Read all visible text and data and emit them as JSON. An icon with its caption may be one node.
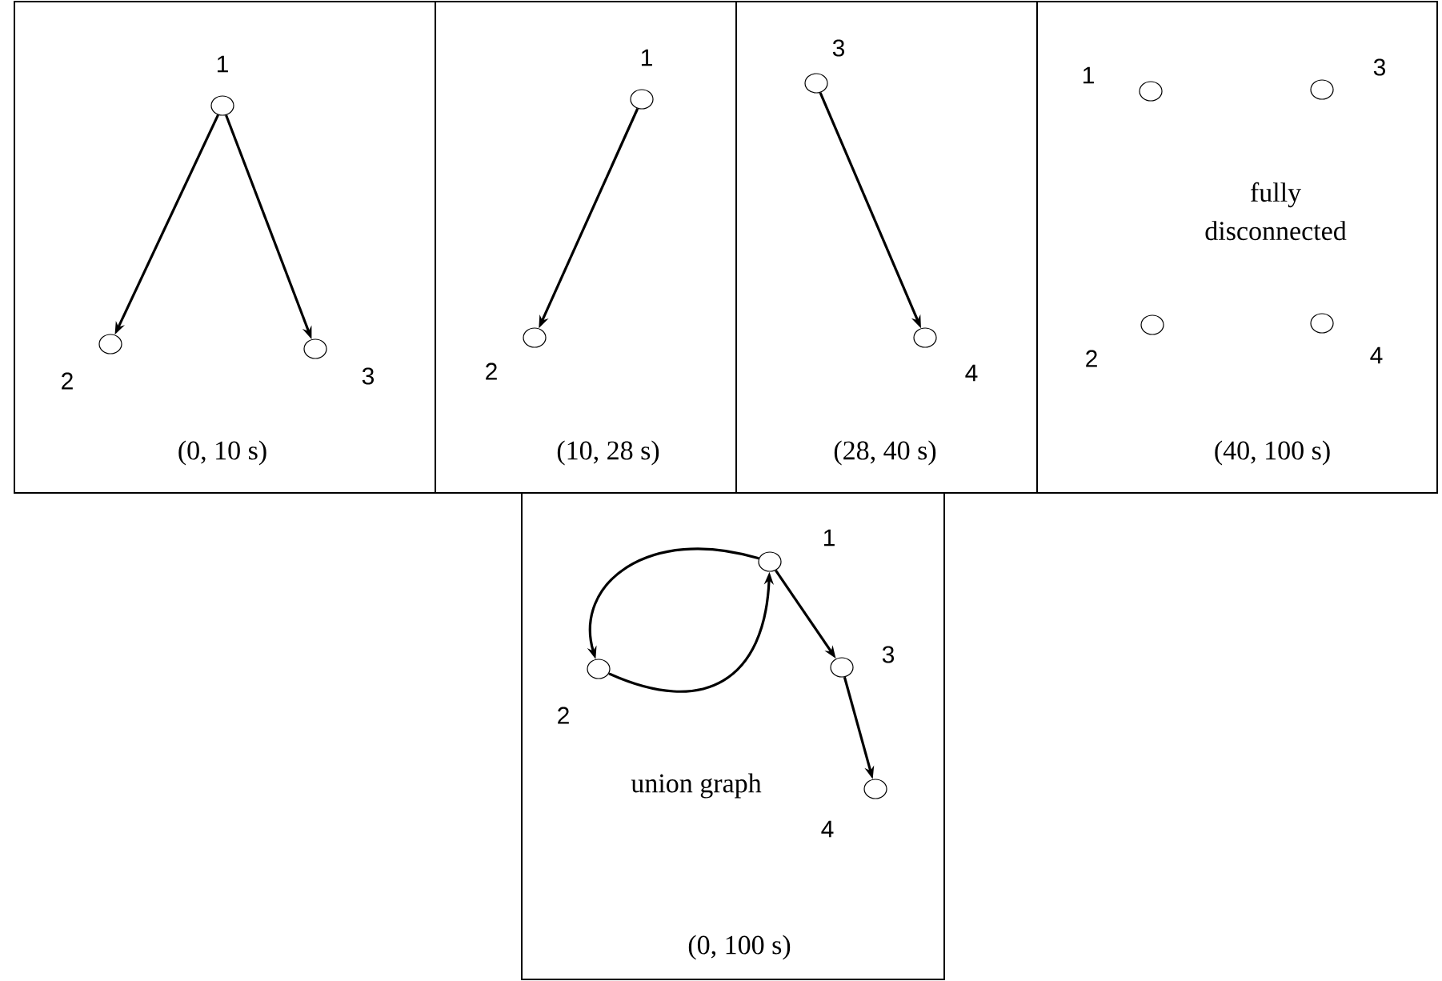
{
  "diagram": {
    "nodes": [
      {
        "text": [
          "(0, 10 s)"
        ]
      },
      {
        "text": [],
        "shape": "circle",
        "in": 0,
        "beside": [
          "1"
        ]
      },
      {
        "text": [],
        "shape": "circle",
        "in": 0,
        "beside": [
          "2"
        ]
      },
      {
        "text": [],
        "shape": "circle",
        "in": 0,
        "beside": [
          "3"
        ]
      },
      {
        "text": [
          "(10, 28 s)"
        ]
      },
      {
        "text": [],
        "shape": "circle",
        "in": 4,
        "beside": [
          "1"
        ]
      },
      {
        "text": [],
        "shape": "circle",
        "in": 4,
        "beside": [
          "2"
        ]
      },
      {
        "text": [
          "(28, 40 s)"
        ]
      },
      {
        "text": [],
        "shape": "circle",
        "in": 7,
        "beside": [
          "3"
        ]
      },
      {
        "text": [],
        "shape": "circle",
        "in": 7,
        "beside": [
          "4"
        ]
      },
      {
        "text": [
          "fully disconnected",
          "(40, 100 s)"
        ]
      },
      {
        "text": [],
        "shape": "circle",
        "in": 10,
        "beside": [
          "1"
        ]
      },
      {
        "text": [],
        "shape": "circle",
        "in": 10,
        "beside": [
          "3"
        ]
      },
      {
        "text": [],
        "shape": "circle",
        "in": 10,
        "beside": [
          "2"
        ]
      },
      {
        "text": [],
        "shape": "circle",
        "in": 10,
        "beside": [
          "4"
        ]
      },
      {
        "text": [
          "union graph",
          "(0, 100 s)"
        ]
      },
      {
        "text": [],
        "shape": "circle",
        "in": 15,
        "beside": [
          "1"
        ]
      },
      {
        "text": [],
        "shape": "circle",
        "in": 15,
        "beside": [
          "2"
        ]
      },
      {
        "text": [],
        "shape": "circle",
        "in": 15,
        "beside": [
          "3"
        ]
      },
      {
        "text": [],
        "shape": "circle",
        "in": 15,
        "beside": [
          "4"
        ]
      }
    ],
    "edges": [
      {
        "from": 1,
        "to": 2,
        "arrow": "to"
      },
      {
        "from": 1,
        "to": 3,
        "arrow": "to"
      },
      {
        "from": 5,
        "to": 6,
        "arrow": "to"
      },
      {
        "from": 8,
        "to": 9,
        "arrow": "to"
      },
      {
        "from": 16,
        "to": 17,
        "arrow": "to"
      },
      {
        "from": 17,
        "to": 16,
        "arrow": "to"
      },
      {
        "from": 16,
        "to": 18,
        "arrow": "to"
      },
      {
        "from": 18,
        "to": 19,
        "arrow": "to"
      }
    ]
  }
}
